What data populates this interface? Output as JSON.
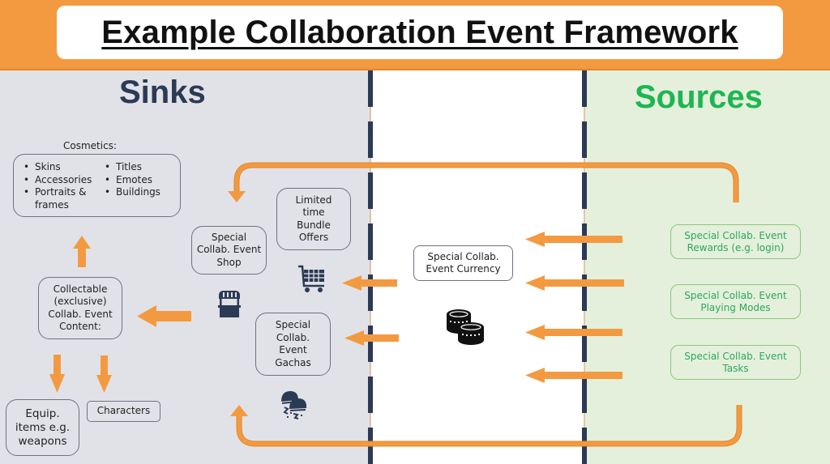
{
  "title": "Example Collaboration Event Framework",
  "colors": {
    "header_orange": "#f39a41",
    "arrow_orange": "#f39a41",
    "sinks_bg": "#e1e2e7",
    "sources_bg": "#e4f0dc",
    "sinks_heading": "#2b3a55",
    "sources_heading": "#1db650",
    "divider": "#2b3a55"
  },
  "sinks": {
    "heading": "Sinks",
    "cosmetics": {
      "label": "Cosmetics:",
      "col1": [
        "Skins",
        "Accessories",
        "Portraits & frames"
      ],
      "col2": [
        "Titles",
        "Emotes",
        "Buildings"
      ]
    },
    "collectable": "Collectable (exclusive) Collab. Event Content:",
    "equip": "Equip. items e.g. weapons",
    "characters": "Characters",
    "shop": "Special Collab. Event Shop",
    "bundles": "Limited time Bundle Offers",
    "gachas": "Special Collab. Event Gachas",
    "icons": [
      "shop-stall-icon",
      "shopping-cart-icon",
      "gacha-capsule-icon"
    ]
  },
  "middle": {
    "currency": "Special Collab. Event Currency",
    "icon": "coins-stack-icon"
  },
  "sources": {
    "heading": "Sources",
    "items": [
      "Special Collab. Event Rewards (e.g. login)",
      "Special Collab. Event Playing Modes",
      "Special Collab. Event Tasks"
    ]
  }
}
